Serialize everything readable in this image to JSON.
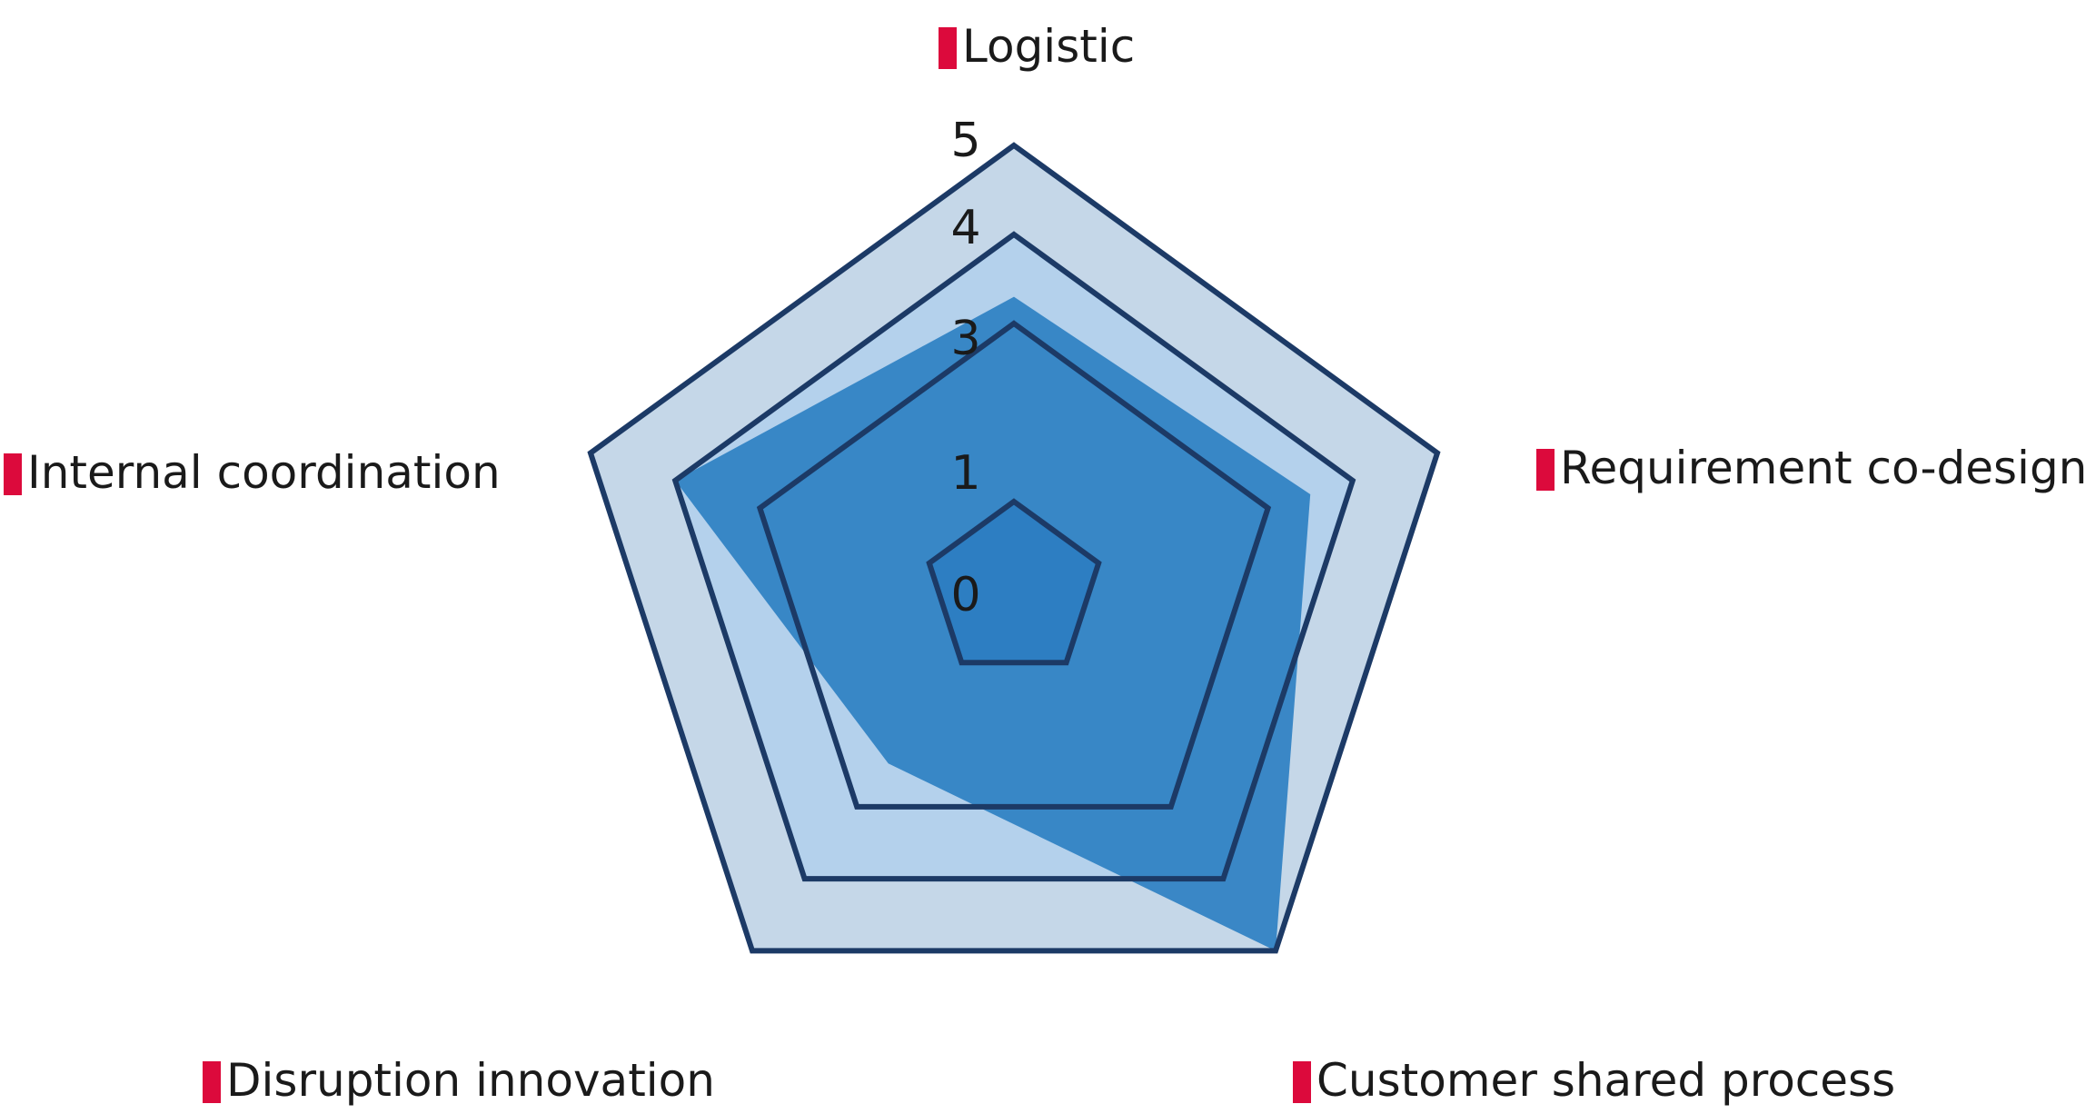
{
  "chart_data": {
    "type": "radar",
    "axes": [
      "Logistic",
      "Requirement co-design",
      "Customer shared process",
      "Disruption innovation",
      "Internal coordination"
    ],
    "tick_labels": [
      "5",
      "4",
      "3",
      "1",
      "0"
    ],
    "grid_levels": [
      5,
      4,
      3,
      1
    ],
    "rlim": [
      0,
      5
    ],
    "series": [
      {
        "values": [
          3.3,
          3.5,
          5.0,
          2.4,
          4.0
        ]
      }
    ],
    "colors": {
      "outer_fill": "#c5d7e8",
      "mid_fill": "#b4d1ec",
      "inner_fill": "#4a7dbf",
      "grid_stroke": "#1c3a66",
      "series_fill": "#2a7ec2",
      "marker": "#dc0a3c"
    }
  }
}
